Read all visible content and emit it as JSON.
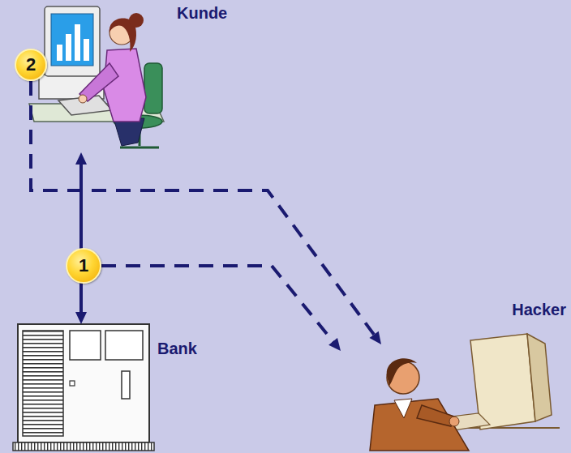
{
  "diagram": {
    "nodes": [
      {
        "text": [
          "Kunde"
        ]
      },
      {
        "text": [
          "2"
        ]
      },
      {
        "text": [
          "1"
        ]
      },
      {
        "text": [
          "Hacker"
        ]
      },
      {
        "text": [
          "Bank"
        ]
      }
    ],
    "edges": [
      {
        "from": 0,
        "to": 4,
        "arrow": "both"
      },
      {
        "from": 1,
        "to": 3,
        "arrow": "to"
      },
      {
        "from": 2,
        "to": 3,
        "arrow": "to"
      }
    ]
  }
}
